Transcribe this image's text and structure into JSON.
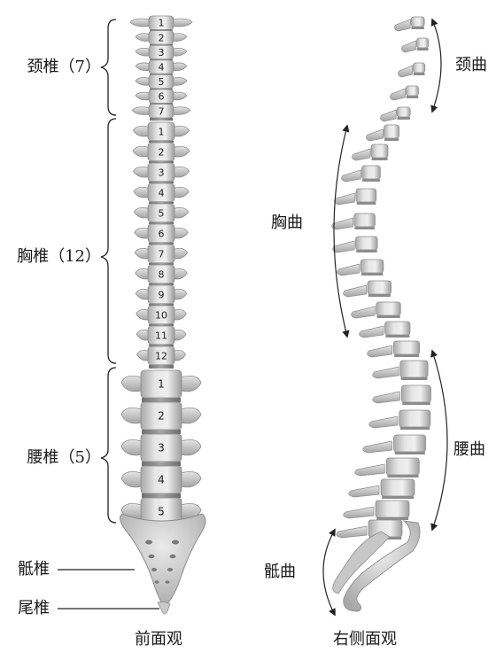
{
  "front_view": {
    "caption": "前面观",
    "cervical": {
      "label": "颈椎（7）",
      "numbers": [
        "1",
        "2",
        "3",
        "4",
        "5",
        "6",
        "7"
      ]
    },
    "thoracic": {
      "label": "胸椎（12）",
      "numbers": [
        "1",
        "2",
        "3",
        "4",
        "5",
        "6",
        "7",
        "8",
        "9",
        "10",
        "11",
        "12"
      ]
    },
    "lumbar": {
      "label": "腰椎（5）",
      "numbers": [
        "1",
        "2",
        "3",
        "4",
        "5"
      ]
    },
    "sacrum": {
      "label": "骶椎"
    },
    "coccyx": {
      "label": "尾椎"
    }
  },
  "side_view": {
    "caption": "右侧面观",
    "curves": {
      "cervical": "颈曲",
      "thoracic": "胸曲",
      "lumbar": "腰曲",
      "sacral": "骶曲"
    }
  },
  "colors": {
    "bone": "#d9d9d9",
    "bone_shadow": "#9a9a9a",
    "disc": "#8a8a8a",
    "line": "#222222"
  }
}
